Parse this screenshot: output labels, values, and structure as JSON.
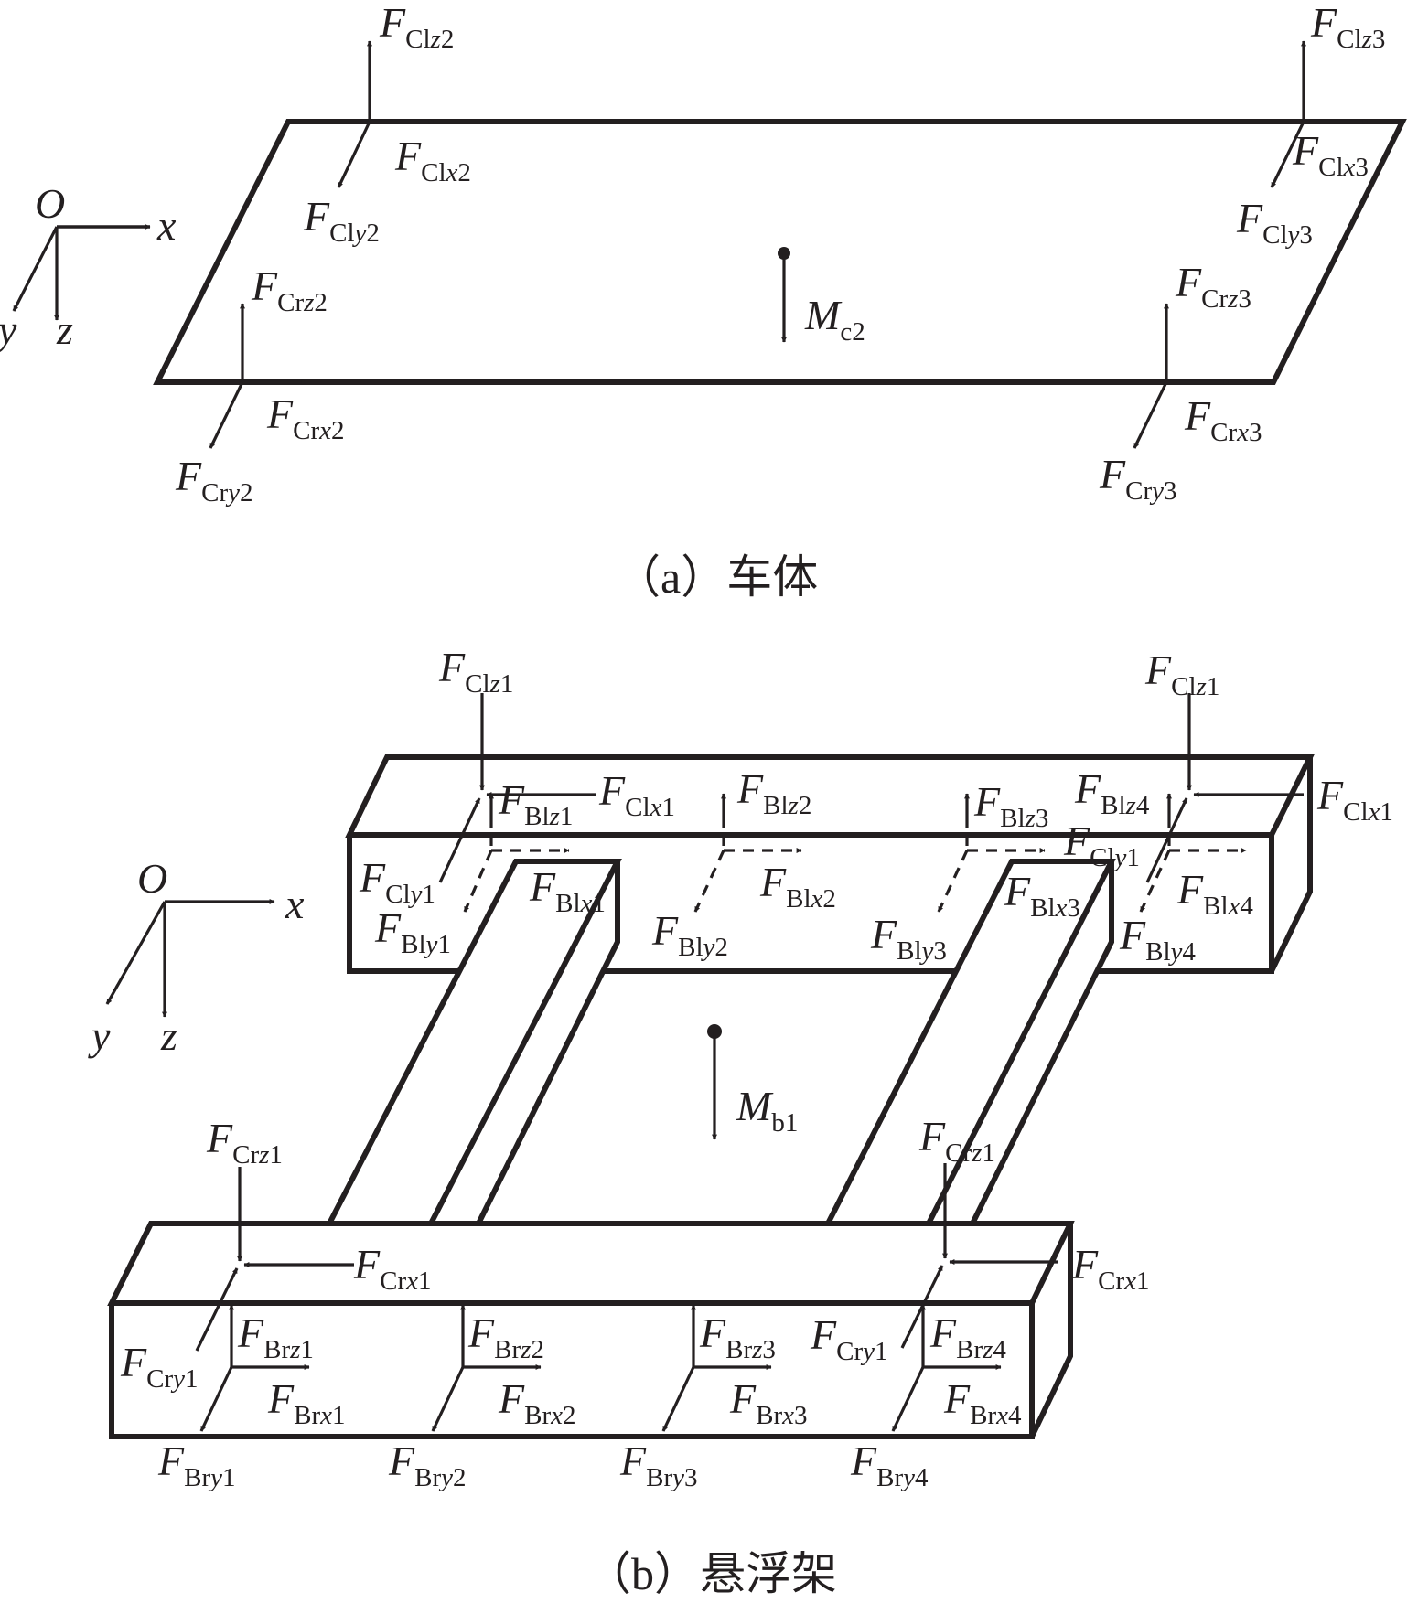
{
  "colors": {
    "ink": "#231f20",
    "background": "#ffffff"
  },
  "panel_a": {
    "caption": "（a）车体",
    "axes": {
      "origin": "O",
      "x": "x",
      "y": "y",
      "z": "z"
    },
    "mass_label": {
      "main": "M",
      "sub": "c2"
    },
    "forces": [
      {
        "id": "Clz2",
        "main": "F",
        "sub_pre": "Cl",
        "sub_it": "z",
        "sub_post": "2"
      },
      {
        "id": "Clx2",
        "main": "F",
        "sub_pre": "Cl",
        "sub_it": "x",
        "sub_post": "2"
      },
      {
        "id": "Cly2",
        "main": "F",
        "sub_pre": "Cl",
        "sub_it": "y",
        "sub_post": "2"
      },
      {
        "id": "Crz2",
        "main": "F",
        "sub_pre": "Cr",
        "sub_it": "z",
        "sub_post": "2"
      },
      {
        "id": "Crx2",
        "main": "F",
        "sub_pre": "Cr",
        "sub_it": "x",
        "sub_post": "2"
      },
      {
        "id": "Cry2",
        "main": "F",
        "sub_pre": "Cr",
        "sub_it": "y",
        "sub_post": "2"
      },
      {
        "id": "Clz3",
        "main": "F",
        "sub_pre": "Cl",
        "sub_it": "z",
        "sub_post": "3"
      },
      {
        "id": "Clx3",
        "main": "F",
        "sub_pre": "Cl",
        "sub_it": "x",
        "sub_post": "3"
      },
      {
        "id": "Cly3",
        "main": "F",
        "sub_pre": "Cl",
        "sub_it": "y",
        "sub_post": "3"
      },
      {
        "id": "Crz3",
        "main": "F",
        "sub_pre": "Cr",
        "sub_it": "z",
        "sub_post": "3"
      },
      {
        "id": "Crx3",
        "main": "F",
        "sub_pre": "Cr",
        "sub_it": "x",
        "sub_post": "3"
      },
      {
        "id": "Cry3",
        "main": "F",
        "sub_pre": "Cr",
        "sub_it": "y",
        "sub_post": "3"
      }
    ]
  },
  "panel_b": {
    "caption": "（b）悬浮架",
    "axes": {
      "origin": "O",
      "x": "x",
      "y": "y",
      "z": "z"
    },
    "mass_label": {
      "main": "M",
      "sub": "b1"
    },
    "forces": [
      {
        "id": "Clz1a",
        "main": "F",
        "sub_pre": "Cl",
        "sub_it": "z",
        "sub_post": "1"
      },
      {
        "id": "Clx1a",
        "main": "F",
        "sub_pre": "Cl",
        "sub_it": "x",
        "sub_post": "1"
      },
      {
        "id": "Cly1a",
        "main": "F",
        "sub_pre": "Cl",
        "sub_it": "y",
        "sub_post": "1"
      },
      {
        "id": "Clz1b",
        "main": "F",
        "sub_pre": "Cl",
        "sub_it": "z",
        "sub_post": "1"
      },
      {
        "id": "Clx1b",
        "main": "F",
        "sub_pre": "Cl",
        "sub_it": "x",
        "sub_post": "1"
      },
      {
        "id": "Cly1b",
        "main": "F",
        "sub_pre": "Cl",
        "sub_it": "y",
        "sub_post": "1"
      },
      {
        "id": "Blz1",
        "main": "F",
        "sub_pre": "Bl",
        "sub_it": "z",
        "sub_post": "1"
      },
      {
        "id": "Blx1",
        "main": "F",
        "sub_pre": "Bl",
        "sub_it": "x",
        "sub_post": "1"
      },
      {
        "id": "Bly1",
        "main": "F",
        "sub_pre": "Bl",
        "sub_it": "y",
        "sub_post": "1"
      },
      {
        "id": "Blz2",
        "main": "F",
        "sub_pre": "Bl",
        "sub_it": "z",
        "sub_post": "2"
      },
      {
        "id": "Blx2",
        "main": "F",
        "sub_pre": "Bl",
        "sub_it": "x",
        "sub_post": "2"
      },
      {
        "id": "Bly2",
        "main": "F",
        "sub_pre": "Bl",
        "sub_it": "y",
        "sub_post": "2"
      },
      {
        "id": "Blz3",
        "main": "F",
        "sub_pre": "Bl",
        "sub_it": "z",
        "sub_post": "3"
      },
      {
        "id": "Blx3",
        "main": "F",
        "sub_pre": "Bl",
        "sub_it": "x",
        "sub_post": "3"
      },
      {
        "id": "Bly3",
        "main": "F",
        "sub_pre": "Bl",
        "sub_it": "y",
        "sub_post": "3"
      },
      {
        "id": "Blz4",
        "main": "F",
        "sub_pre": "Bl",
        "sub_it": "z",
        "sub_post": "4"
      },
      {
        "id": "Blx4",
        "main": "F",
        "sub_pre": "Bl",
        "sub_it": "x",
        "sub_post": "4"
      },
      {
        "id": "Bly4",
        "main": "F",
        "sub_pre": "Bl",
        "sub_it": "y",
        "sub_post": "4"
      },
      {
        "id": "Crz1a",
        "main": "F",
        "sub_pre": "Cr",
        "sub_it": "z",
        "sub_post": "1"
      },
      {
        "id": "Crx1a",
        "main": "F",
        "sub_pre": "Cr",
        "sub_it": "x",
        "sub_post": "1"
      },
      {
        "id": "Cry1a",
        "main": "F",
        "sub_pre": "Cr",
        "sub_it": "y",
        "sub_post": "1"
      },
      {
        "id": "Crz1b",
        "main": "F",
        "sub_pre": "Cr",
        "sub_it": "z",
        "sub_post": "1"
      },
      {
        "id": "Crx1b",
        "main": "F",
        "sub_pre": "Cr",
        "sub_it": "x",
        "sub_post": "1"
      },
      {
        "id": "Cry1b",
        "main": "F",
        "sub_pre": "Cr",
        "sub_it": "y",
        "sub_post": "1"
      },
      {
        "id": "Brz1",
        "main": "F",
        "sub_pre": "Br",
        "sub_it": "z",
        "sub_post": "1"
      },
      {
        "id": "Brx1",
        "main": "F",
        "sub_pre": "Br",
        "sub_it": "x",
        "sub_post": "1"
      },
      {
        "id": "Bry1",
        "main": "F",
        "sub_pre": "Br",
        "sub_it": "y",
        "sub_post": "1"
      },
      {
        "id": "Brz2",
        "main": "F",
        "sub_pre": "Br",
        "sub_it": "z",
        "sub_post": "2"
      },
      {
        "id": "Brx2",
        "main": "F",
        "sub_pre": "Br",
        "sub_it": "x",
        "sub_post": "2"
      },
      {
        "id": "Bry2",
        "main": "F",
        "sub_pre": "Br",
        "sub_it": "y",
        "sub_post": "2"
      },
      {
        "id": "Brz3",
        "main": "F",
        "sub_pre": "Br",
        "sub_it": "z",
        "sub_post": "3"
      },
      {
        "id": "Brx3",
        "main": "F",
        "sub_pre": "Br",
        "sub_it": "x",
        "sub_post": "3"
      },
      {
        "id": "Bry3",
        "main": "F",
        "sub_pre": "Br",
        "sub_it": "y",
        "sub_post": "3"
      },
      {
        "id": "Brz4",
        "main": "F",
        "sub_pre": "Br",
        "sub_it": "z",
        "sub_post": "4"
      },
      {
        "id": "Brx4",
        "main": "F",
        "sub_pre": "Br",
        "sub_it": "x",
        "sub_post": "4"
      },
      {
        "id": "Bry4",
        "main": "F",
        "sub_pre": "Br",
        "sub_it": "y",
        "sub_post": "4"
      }
    ]
  }
}
